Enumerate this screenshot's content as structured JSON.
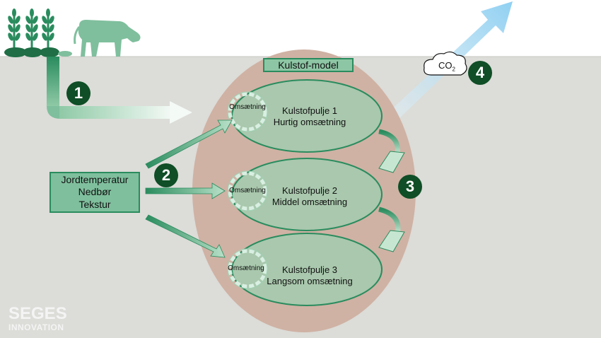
{
  "model_title": "Kulstof-model",
  "factors": [
    "Jordtemperatur",
    "Nedbør",
    "Tekstur"
  ],
  "pools": [
    {
      "name": "Kulstofpulje 1",
      "rate": "Hurtig omsætning",
      "cycle_label": "Omsætning"
    },
    {
      "name": "Kulstofpulje 2",
      "rate": "Middel omsætning",
      "cycle_label": "Omsætning"
    },
    {
      "name": "Kulstofpulje 3",
      "rate": "Langsom omsætning",
      "cycle_label": "Omsætning"
    }
  ],
  "steps": [
    "1",
    "2",
    "3",
    "4"
  ],
  "co2": {
    "base": "CO",
    "subscript": "2"
  },
  "logo": {
    "line1": "SEGES",
    "line2": "INNOVATION"
  },
  "colors": {
    "background_soil": "#dcdcd8",
    "model_ellipse": "#cfb2a4",
    "pool_fill": "#a9c8ad",
    "pool_border": "#2a8c5e",
    "accent_green": "#2a8c5e",
    "step_badge": "#0f4e26",
    "co2_arrow": "#a8d8f0"
  },
  "icons": [
    "plant-icon",
    "cow-icon",
    "recycle-cycle-icon",
    "cloud-icon"
  ]
}
